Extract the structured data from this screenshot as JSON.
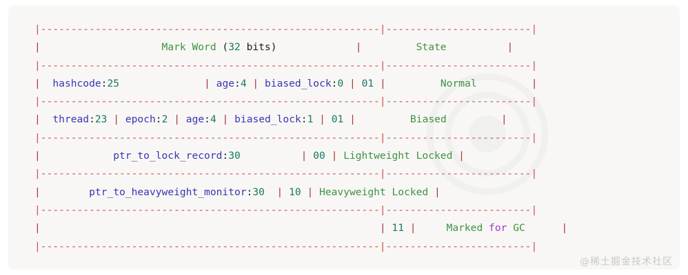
{
  "code_block": {
    "language": "text",
    "background_color": "#f8f7f5",
    "width_chars": 75
  },
  "colors": {
    "pipe": "#a33a3a",
    "dash": "#c9534f",
    "identifier": "#3a34b5",
    "number": "#13795e",
    "word": "#3f9142",
    "keyword": "#a734c9",
    "punctuation": "#1c1c1c",
    "panel_background": "#f8f7f5",
    "page_background": "#ffffff",
    "watermark": "#c9c9c6"
  },
  "table": {
    "headers": {
      "markword": "Mark Word",
      "markword_bits": "32",
      "markword_bits_label": "bits",
      "state": "State"
    },
    "rows": [
      {
        "state": "Normal",
        "tag_bits": "01",
        "fields": [
          {
            "name": "hashcode",
            "bits": "25"
          },
          {
            "name": "age",
            "bits": "4"
          },
          {
            "name": "biased_lock",
            "bits": "0"
          }
        ]
      },
      {
        "state": "Biased",
        "tag_bits": "01",
        "fields": [
          {
            "name": "thread",
            "bits": "23"
          },
          {
            "name": "epoch",
            "bits": "2"
          },
          {
            "name": "age",
            "bits": "4"
          },
          {
            "name": "biased_lock",
            "bits": "1"
          }
        ]
      },
      {
        "state": "Lightweight Locked",
        "tag_bits": "00",
        "fields": [
          {
            "name": "ptr_to_lock_record",
            "bits": "30"
          }
        ]
      },
      {
        "state": "Heavyweight Locked",
        "tag_bits": "10",
        "fields": [
          {
            "name": "ptr_to_heavyweight_monitor",
            "bits": "30"
          }
        ]
      },
      {
        "state": "Marked for GC",
        "tag_bits": "11",
        "fields": []
      }
    ]
  },
  "lines": {
    "rule_top": "|--------------------------------------------------------|------------------------|",
    "l01_pipe": "|",
    "l01_markword": "Mark Word",
    "l01_paren_open": "(",
    "l01_32": "32",
    "l01_bits": "bits",
    "l01_paren_close": ")",
    "l01_state": "State",
    "l03_hashcode": "hashcode",
    "l03_hashcode_bits": "25",
    "l03_age": "age",
    "l03_age_bits": "4",
    "l03_biased": "biased_lock",
    "l03_biased_bits": "0",
    "l03_tag": "01",
    "l03_state": "Normal",
    "l05_thread": "thread",
    "l05_thread_bits": "23",
    "l05_epoch": "epoch",
    "l05_epoch_bits": "2",
    "l05_age": "age",
    "l05_age_bits": "4",
    "l05_biased": "biased_lock",
    "l05_biased_bits": "1",
    "l05_tag": "01",
    "l05_state": "Biased",
    "l07_ptr": "ptr_to_lock_record",
    "l07_ptr_bits": "30",
    "l07_tag": "00",
    "l07_state": "Lightweight Locked",
    "l09_ptr": "ptr_to_heavyweight_monitor",
    "l09_ptr_bits": "30",
    "l09_tag": "10",
    "l09_state": "Heavyweight Locked",
    "l11_tag": "11",
    "l11_marked": "Marked",
    "l11_for": "for",
    "l11_gc": "GC",
    "colon": ":"
  },
  "watermarks": {
    "corner_text": "@稀土掘金技术社区"
  }
}
